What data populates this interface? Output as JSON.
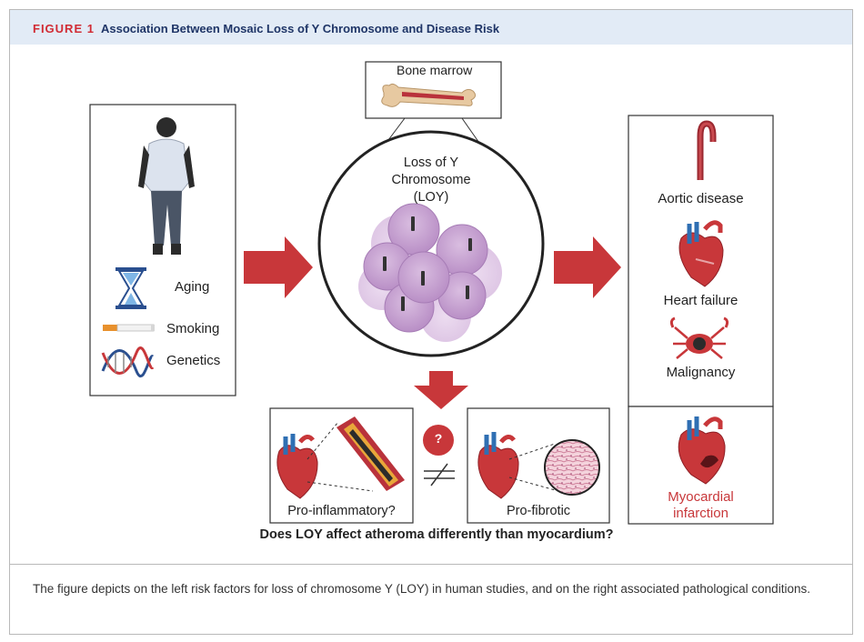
{
  "figure": {
    "label": "FIGURE 1",
    "title": "Association Between Mosaic Loss of Y Chromosome and Disease Risk"
  },
  "top_box": {
    "label": "Bone marrow"
  },
  "center_circle": {
    "label_line1": "Loss of Y",
    "label_line2": "Chromosome",
    "label_line3": "(LOY)"
  },
  "risk_factors": {
    "aging": "Aging",
    "smoking": "Smoking",
    "genetics": "Genetics"
  },
  "outcomes": {
    "aortic": "Aortic disease",
    "heart_failure": "Heart failure",
    "malignancy": "Malignancy",
    "mi_line1": "Myocardial",
    "mi_line2": "infarction"
  },
  "bottom": {
    "question_mark": "?",
    "pro_inflammatory": "Pro-inflammatory?",
    "pro_fibrotic": "Pro-fibrotic",
    "question": "Does LOY affect atheroma differently than myocardium?"
  },
  "caption": "The figure depicts on the left risk factors for loss of chromosome Y (LOY) in human studies, and on the right associated pathological conditions.",
  "colors": {
    "header_bg": "#e2ebf6",
    "figure_label": "#d12b34",
    "title": "#1f3567",
    "arrow": "#c8373a",
    "cell": "#c9a6d2",
    "mi_text": "#c8373a"
  }
}
